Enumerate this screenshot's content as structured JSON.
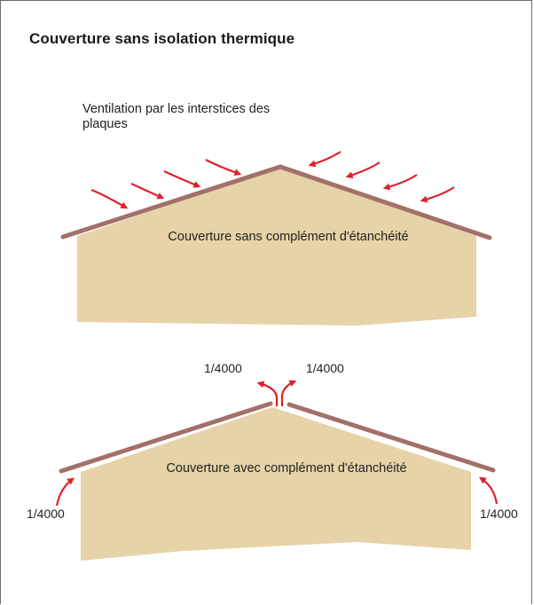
{
  "title": "Couverture sans isolation thermique",
  "diagram1": {
    "ventilation_note": "Ventilation par les interstices des plaques",
    "roof_label": "Couverture sans complément d'étanchéité"
  },
  "diagram2": {
    "roof_label": "Couverture avec complément d'étanchéité",
    "ratio_ridge_left": "1/4000",
    "ratio_ridge_right": "1/4000",
    "ratio_eave_left": "1/4000",
    "ratio_eave_right": "1/4000"
  },
  "colors": {
    "wall_fill": "#e6d3a7",
    "roof_line": "#a3706a",
    "arrow": "#e0202a",
    "frame_border": "#6d6d6d"
  },
  "icons": [
    "airflow-arrow-icon"
  ]
}
